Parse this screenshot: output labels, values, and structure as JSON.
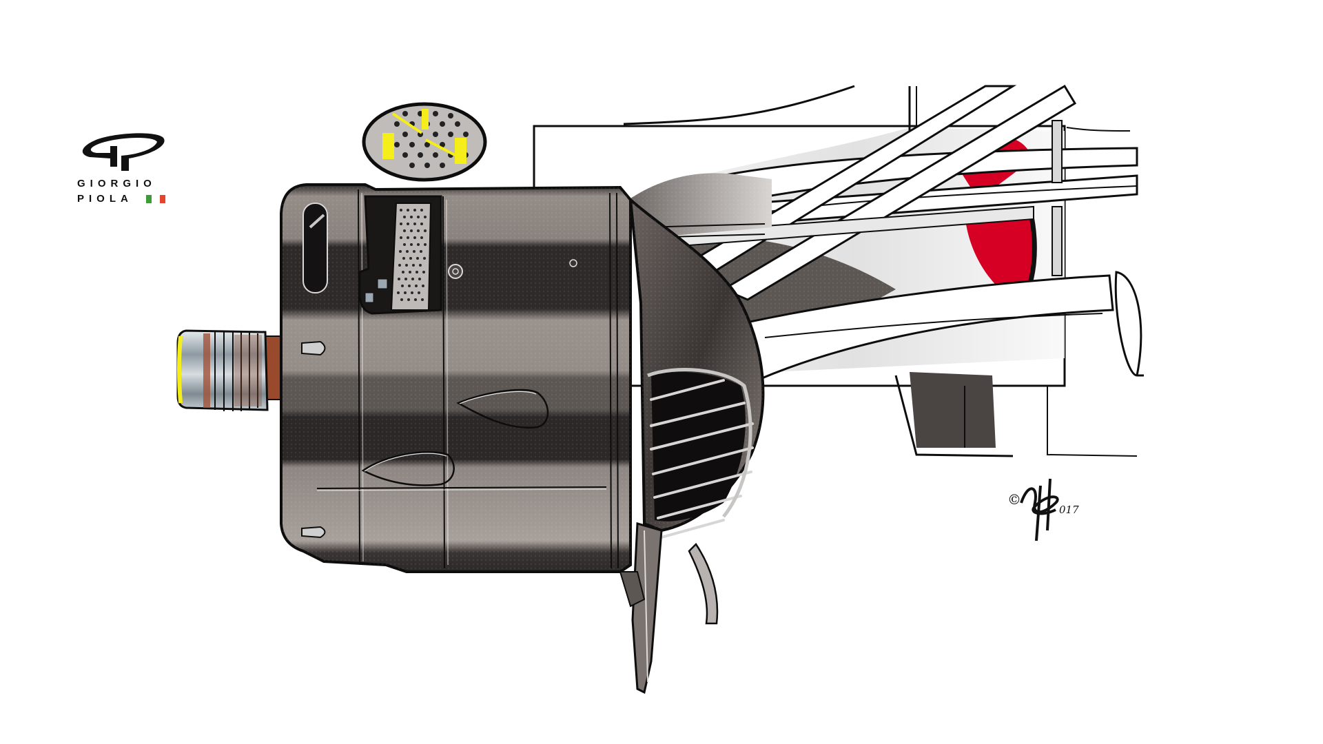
{
  "illustration": {
    "subject": "front brake duct assembly with perforated drum and slatted inlet scoop",
    "colors": {
      "background": "#ffffff",
      "drum_dark": "#2b2827",
      "drum_mid": "#5d5754",
      "drum_light": "#948c87",
      "suspension": "#ffffff",
      "outline": "#0d0d0d",
      "accent_red": "#d50023",
      "inset_yellow": "#f5ee1a",
      "axle_copper": "#9a4a2c",
      "axle_silver": "#b9c2c8"
    },
    "inset": {
      "label": "detail-perforated-mesh",
      "highlight_color": "#f5ee1a"
    }
  },
  "logo": {
    "line1": "GIORGIO",
    "line2": "PIOLA",
    "flag_colors": [
      "#3f9a3a",
      "#ffffff",
      "#e3452d"
    ]
  },
  "signature": {
    "text": "©GP 017"
  }
}
